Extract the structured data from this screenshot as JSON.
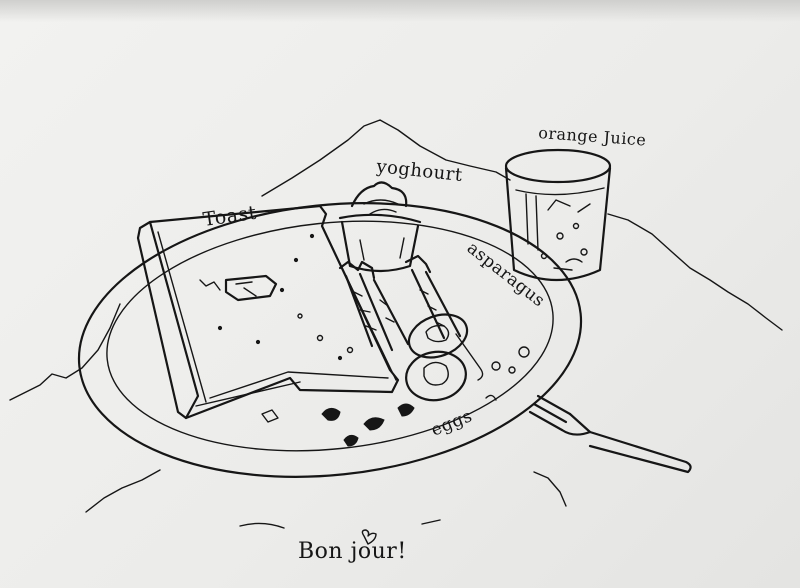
{
  "labels": {
    "toast": "Toast",
    "yoghourt": "yoghourt",
    "orange_juice": "orange Juice",
    "asparagus": "asparagus",
    "eggs": "eggs",
    "greeting": "Bon jour!"
  },
  "colors": {
    "ink": "#161616",
    "paper": "#ececea"
  },
  "items": [
    {
      "name": "toast",
      "icon": "toast-slice"
    },
    {
      "name": "yoghourt",
      "icon": "yoghurt-cup"
    },
    {
      "name": "orange juice",
      "icon": "glass"
    },
    {
      "name": "asparagus",
      "icon": "asparagus"
    },
    {
      "name": "eggs",
      "icon": "egg"
    },
    {
      "name": "fork",
      "icon": "fork"
    },
    {
      "name": "plate",
      "icon": "plate"
    }
  ]
}
